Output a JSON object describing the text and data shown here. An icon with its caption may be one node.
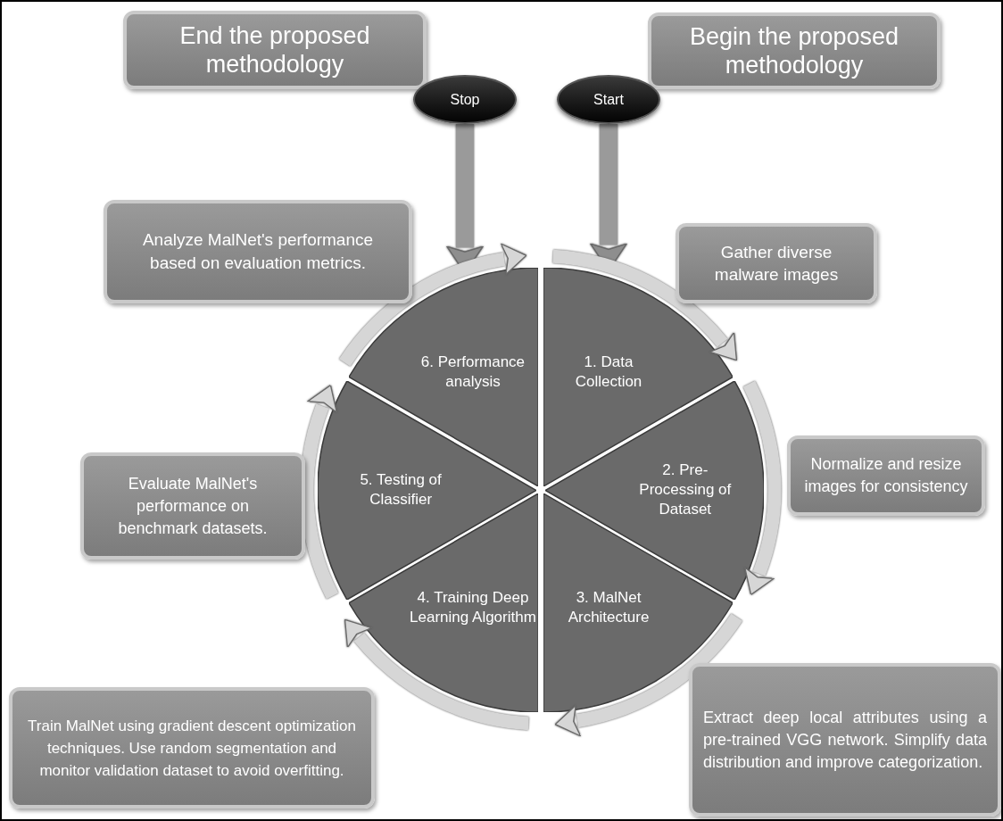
{
  "diagram": {
    "nodes": [
      {
        "text": [
          "End the proposed methodology"
        ]
      },
      {
        "text": [
          "Begin the proposed methodology"
        ]
      },
      {
        "text": [
          "Stop"
        ]
      },
      {
        "text": [
          "Start"
        ]
      },
      {
        "text": [
          "1. Data Collection"
        ]
      },
      {
        "text": [
          "2. Pre-Processing of Dataset"
        ]
      },
      {
        "text": [
          "3. MalNet Architecture"
        ]
      },
      {
        "text": [
          "4. Training Deep Learning Algorithm"
        ]
      },
      {
        "text": [
          "5. Testing of Classifier"
        ]
      },
      {
        "text": [
          "6. Performance analysis"
        ]
      },
      {
        "text": [
          "Gather diverse malware images"
        ]
      },
      {
        "text": [
          "Normalize and resize images for consistency"
        ]
      },
      {
        "text": [
          "Extract deep local attributes using a pre-trained VGG network. Simplify data distribution and improve categorization."
        ]
      },
      {
        "text": [
          "Train MalNet using gradient descent optimization techniques. Use random segmentation and monitor validation dataset to avoid overfitting."
        ]
      },
      {
        "text": [
          "Evaluate MalNet's performance on benchmark datasets."
        ]
      },
      {
        "text": [
          "Analyze MalNet's performance based on evaluation metrics."
        ]
      }
    ],
    "edges": [
      {
        "from": 3,
        "to": 4,
        "arrow": "to"
      },
      {
        "from": 2,
        "to": 9,
        "arrow": "to"
      },
      {
        "from": 4,
        "to": 5,
        "arrow": "to"
      },
      {
        "from": 5,
        "to": 6,
        "arrow": "to"
      },
      {
        "from": 6,
        "to": 7,
        "arrow": "to"
      },
      {
        "from": 7,
        "to": 8,
        "arrow": "to"
      },
      {
        "from": 8,
        "to": 9,
        "arrow": "to"
      },
      {
        "from": 9,
        "to": 4,
        "arrow": "to"
      }
    ]
  }
}
